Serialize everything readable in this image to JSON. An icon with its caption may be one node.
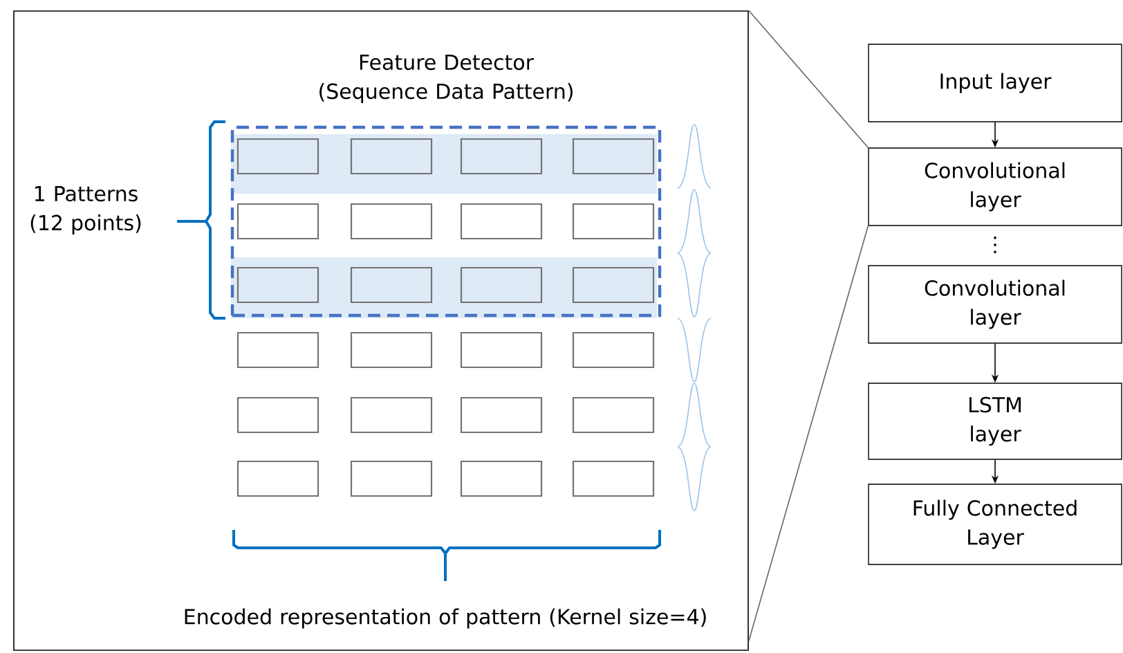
{
  "diagram": {
    "nodes": [
      {
        "text": [],
        "shape": "box"
      },
      {
        "text": [
          "Feature Detector (Sequence Data Pattern)"
        ],
        "in": 0
      },
      {
        "text": [],
        "shape": "box",
        "in": 1
      },
      {
        "text": [],
        "shape": "box",
        "in": 1
      },
      {
        "text": [],
        "shape": "box",
        "in": 1
      },
      {
        "text": [],
        "shape": "box",
        "in": 1
      },
      {
        "text": [],
        "shape": "box",
        "in": 1
      },
      {
        "text": [],
        "shape": "box",
        "in": 1
      },
      {
        "text": [],
        "shape": "box",
        "in": 1
      },
      {
        "text": [],
        "shape": "box",
        "in": 1
      },
      {
        "text": [],
        "shape": "box",
        "in": 1
      },
      {
        "text": [],
        "shape": "box",
        "in": 1
      },
      {
        "text": [],
        "shape": "box",
        "in": 1
      },
      {
        "text": [],
        "shape": "box",
        "in": 1
      },
      {
        "text": [],
        "shape": "box",
        "in": 0
      },
      {
        "text": [],
        "shape": "box",
        "in": 0
      },
      {
        "text": [],
        "shape": "box",
        "in": 0
      },
      {
        "text": [],
        "shape": "box",
        "in": 0
      },
      {
        "text": [],
        "shape": "box",
        "in": 0
      },
      {
        "text": [],
        "shape": "box",
        "in": 0
      },
      {
        "text": [],
        "shape": "box",
        "in": 0
      },
      {
        "text": [],
        "shape": "box",
        "in": 0
      },
      {
        "text": [],
        "shape": "box",
        "in": 0
      },
      {
        "text": [],
        "shape": "box",
        "in": 0
      },
      {
        "text": [],
        "shape": "box",
        "in": 0
      },
      {
        "text": [],
        "shape": "box",
        "in": 0
      },
      {
        "text": [
          "Input layer"
        ]
      },
      {
        "text": [
          "Convolutional layer"
        ]
      },
      {
        "text": [
          "Convolutional layer"
        ]
      },
      {
        "text": [
          "LSTM layer"
        ]
      },
      {
        "text": [
          "Fully Connected Layer"
        ]
      }
    ],
    "edges": [
      {
        "from": 26,
        "to": 27,
        "arrow": "to"
      },
      {
        "from": 28,
        "to": 29,
        "arrow": "to"
      },
      {
        "from": 29,
        "to": 30,
        "arrow": "to"
      },
      {
        "from": 0,
        "to": 27,
        "arrow": "none",
        "color": "#666666"
      },
      {
        "from": 0,
        "to": 27,
        "arrow": "none",
        "color": "#666666"
      }
    ],
    "labels": [
      "1 Patterns (12 points)",
      "⋮",
      "Encoded representation of pattern (Kernel size=4)"
    ]
  }
}
